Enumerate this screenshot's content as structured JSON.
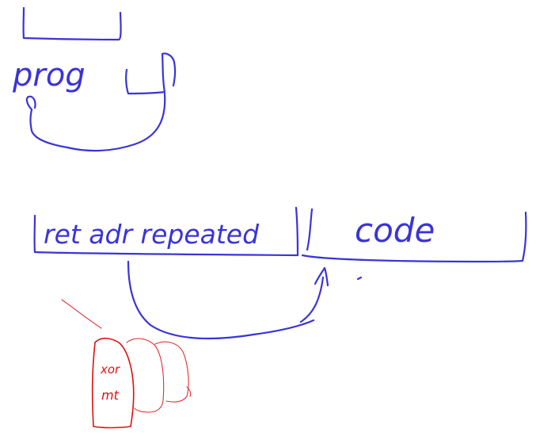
{
  "colors": {
    "background": "#ffffff",
    "blue_ink": "#3a34d8",
    "red_ink": "#e01010"
  },
  "labels": {
    "prog": "prog",
    "ret_addr_repeated": "ret adr repeated",
    "code": "code",
    "red_top": "xor",
    "red_bottom": "mt"
  }
}
